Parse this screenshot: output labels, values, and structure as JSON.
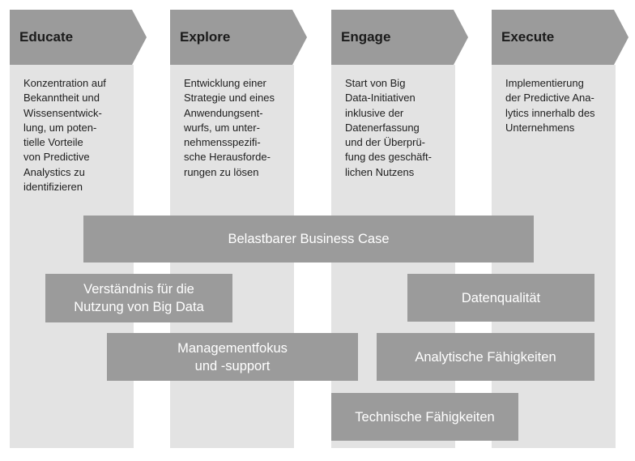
{
  "phases": [
    {
      "title": "Educate",
      "description": [
        "Konzentration auf",
        "Bekanntheit und",
        "Wissensentwick-",
        "lung, um poten-",
        "tielle Vorteile",
        "von Predictive",
        "Analystics zu",
        "identifizieren"
      ]
    },
    {
      "title": "Explore",
      "description": [
        "Entwicklung einer",
        "Strategie und eines",
        "Anwendungsent-",
        "wurfs, um unter-",
        "nehmensspezifi-",
        "sche Herausforde-",
        "rungen zu lösen"
      ]
    },
    {
      "title": "Engage",
      "description": [
        "Start von Big",
        "Data-Initiativen",
        "inklusive der",
        "Datenerfassung",
        "und der Überprü-",
        "fung des geschäft-",
        "lichen Nutzens"
      ]
    },
    {
      "title": "Execute",
      "description": [
        "Implementierung",
        "der Predictive Ana-",
        "lytics innerhalb des",
        "Unternehmens"
      ]
    }
  ],
  "factors": {
    "business_case": [
      "Belastbarer Business Case"
    ],
    "big_data": [
      "Verständnis für die",
      "Nutzung von Big Data"
    ],
    "data_quality": [
      "Datenqualität"
    ],
    "management": [
      "Managementfokus",
      "und -support"
    ],
    "analytics": [
      "Analytische Fähigkeiten"
    ],
    "technical": [
      "Technische Fähigkeiten"
    ]
  },
  "colors": {
    "chevron": "#9b9b9b",
    "column": "#e3e3e3",
    "factor_box": "#9b9b9b",
    "factor_text": "#ffffff"
  }
}
